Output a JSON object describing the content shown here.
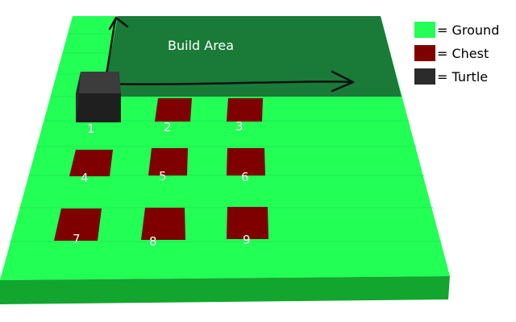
{
  "build_area": {
    "label": "Build Area"
  },
  "legend": [
    {
      "key": "ground",
      "label": "= Ground",
      "color": "#22ff55"
    },
    {
      "key": "chest",
      "label": "= Chest",
      "color": "#7f0000"
    },
    {
      "key": "turtle",
      "label": "= Turtle",
      "color": "#2b2b2b"
    }
  ],
  "turtle": {
    "label": "1",
    "color": "#262626"
  },
  "chests": [
    {
      "label": "2"
    },
    {
      "label": "3"
    },
    {
      "label": "4"
    },
    {
      "label": "5"
    },
    {
      "label": "6"
    },
    {
      "label": "7"
    },
    {
      "label": "8"
    },
    {
      "label": "9"
    }
  ],
  "colors": {
    "ground": "#22ff55",
    "ground_side": "#12a62e",
    "build_area": "#1a7a38",
    "chest": "#7f0000",
    "arrow": "#111111"
  }
}
